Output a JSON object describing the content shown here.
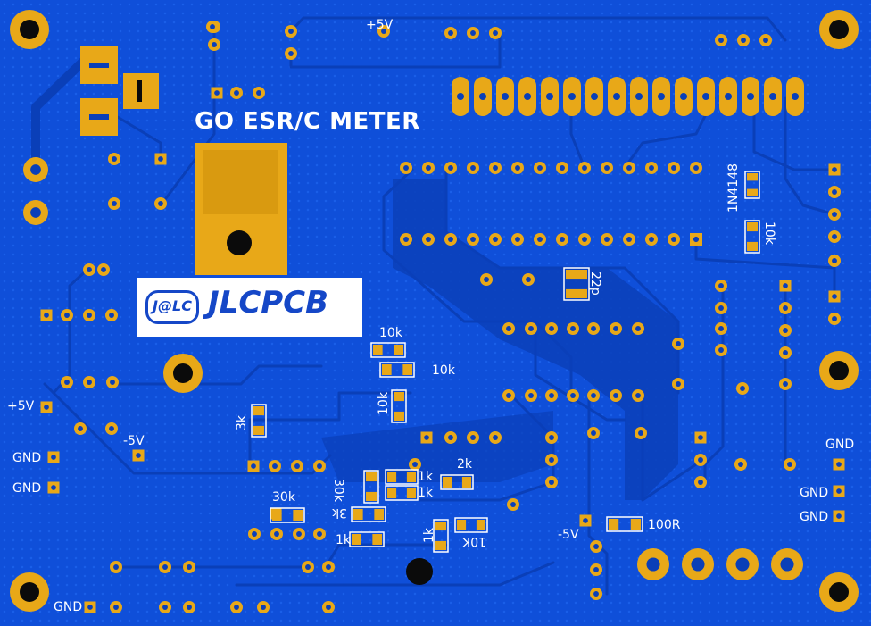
{
  "board": {
    "title": "GO ESR/C METER",
    "logo_mark": "J@LC",
    "logo_text": "JLCPCB"
  },
  "labels": {
    "v_plus_top": "+5V",
    "v_plus_left": "+5V",
    "v_minus_left": "-5V",
    "v_minus_bottom": "-5V",
    "gnd_left_1": "GND",
    "gnd_left_2": "GND",
    "gnd_bottom": "GND",
    "gnd_right_1": "GND",
    "gnd_right_2": "GND",
    "gnd_right_3": "GND"
  },
  "components": {
    "r_10k_a": "10k",
    "r_10k_b": "10k",
    "r_10k_c": "10k",
    "r_3k_a": "3k",
    "r_30k_a": "30k",
    "r_30k_b": "30k",
    "r_3k_b": "3k",
    "r_1k_a": "1k",
    "r_1k_b": "1k",
    "r_1k_c": "1k",
    "r_1k_d": "1k",
    "r_2k": "2k",
    "r_10k_d": "10K",
    "r_100r": "100R",
    "c_22p": "22p",
    "d_1n4148": "1N4148",
    "r_10k_e": "10k"
  },
  "colors": {
    "board": "#0f4fd9",
    "trace": "#0a3fb8",
    "pad": "#e8a818",
    "silkscreen": "#ffffff"
  }
}
